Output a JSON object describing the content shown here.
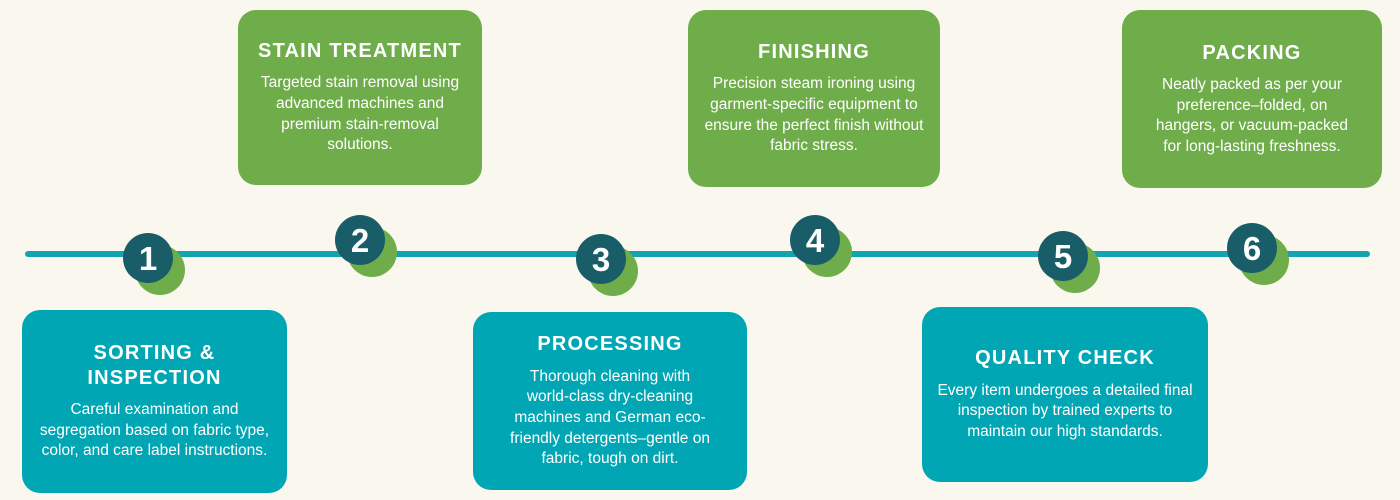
{
  "colors": {
    "background": "#FAF8EE",
    "teal-box": "#01A6B4",
    "green-box": "#6FAD4B",
    "circle": "#195D68",
    "leaf": "#6FAD4B",
    "line": "#12A4B0",
    "text": "#FFFFFF"
  },
  "timeline": {
    "orientation": "horizontal"
  },
  "steps": [
    {
      "number": "1",
      "title": "SORTING & INSPECTION",
      "description": "Careful examination and segregation based on fabric type, color, and care label instructions.",
      "accent": "teal",
      "placement": "below-line"
    },
    {
      "number": "2",
      "title": "STAIN TREATMENT",
      "description": "Targeted stain removal using advanced machines and premium stain-removal solutions.",
      "accent": "green",
      "placement": "above-line"
    },
    {
      "number": "3",
      "title": "PROCESSING",
      "description": "Thorough cleaning with world-class dry-cleaning machines and German eco-friendly detergents–gentle on fabric, tough on dirt.",
      "accent": "teal",
      "placement": "below-line"
    },
    {
      "number": "4",
      "title": "FINISHING",
      "description": "Precision steam ironing using garment-specific equipment to ensure the perfect finish without fabric stress.",
      "accent": "green",
      "placement": "above-line"
    },
    {
      "number": "5",
      "title": "QUALITY CHECK",
      "description": "Every item undergoes a detailed final inspection by trained experts to maintain our high standards.",
      "accent": "teal",
      "placement": "below-line"
    },
    {
      "number": "6",
      "title": "PACKING",
      "description": "Neatly packed as per your preference–folded, on hangers, or vacuum-packed for long-lasting freshness.",
      "accent": "green",
      "placement": "above-line"
    }
  ]
}
